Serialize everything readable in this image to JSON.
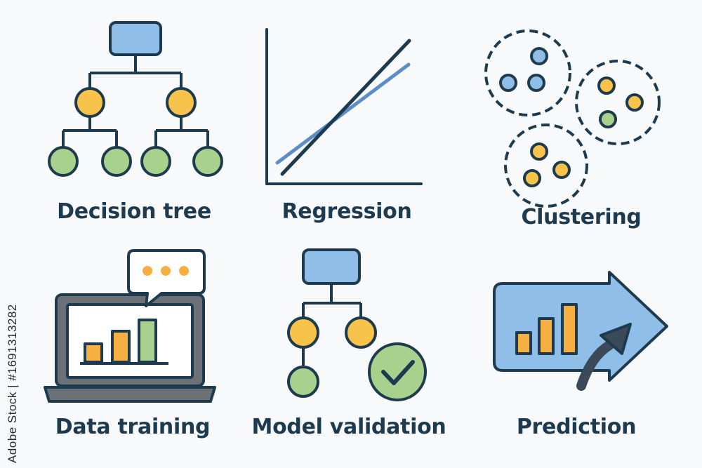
{
  "labels": {
    "decision_tree": "Decision tree",
    "regression": "Regression",
    "clustering": "Clustering",
    "data_training": "Data training",
    "model_validation": "Model validation",
    "prediction": "Prediction"
  },
  "watermark": "Adobe Stock | #1691313282",
  "colors": {
    "outline": "#1e3a4e",
    "blue": "#8fbfe8",
    "yellow": "#f7c34b",
    "green": "#a9d18e",
    "bar_orange": "#f5b041",
    "screen_gray": "#6b7177"
  },
  "icons": [
    "decision-tree-icon",
    "regression-icon",
    "clustering-icon",
    "data-training-icon",
    "model-validation-icon",
    "prediction-icon"
  ]
}
